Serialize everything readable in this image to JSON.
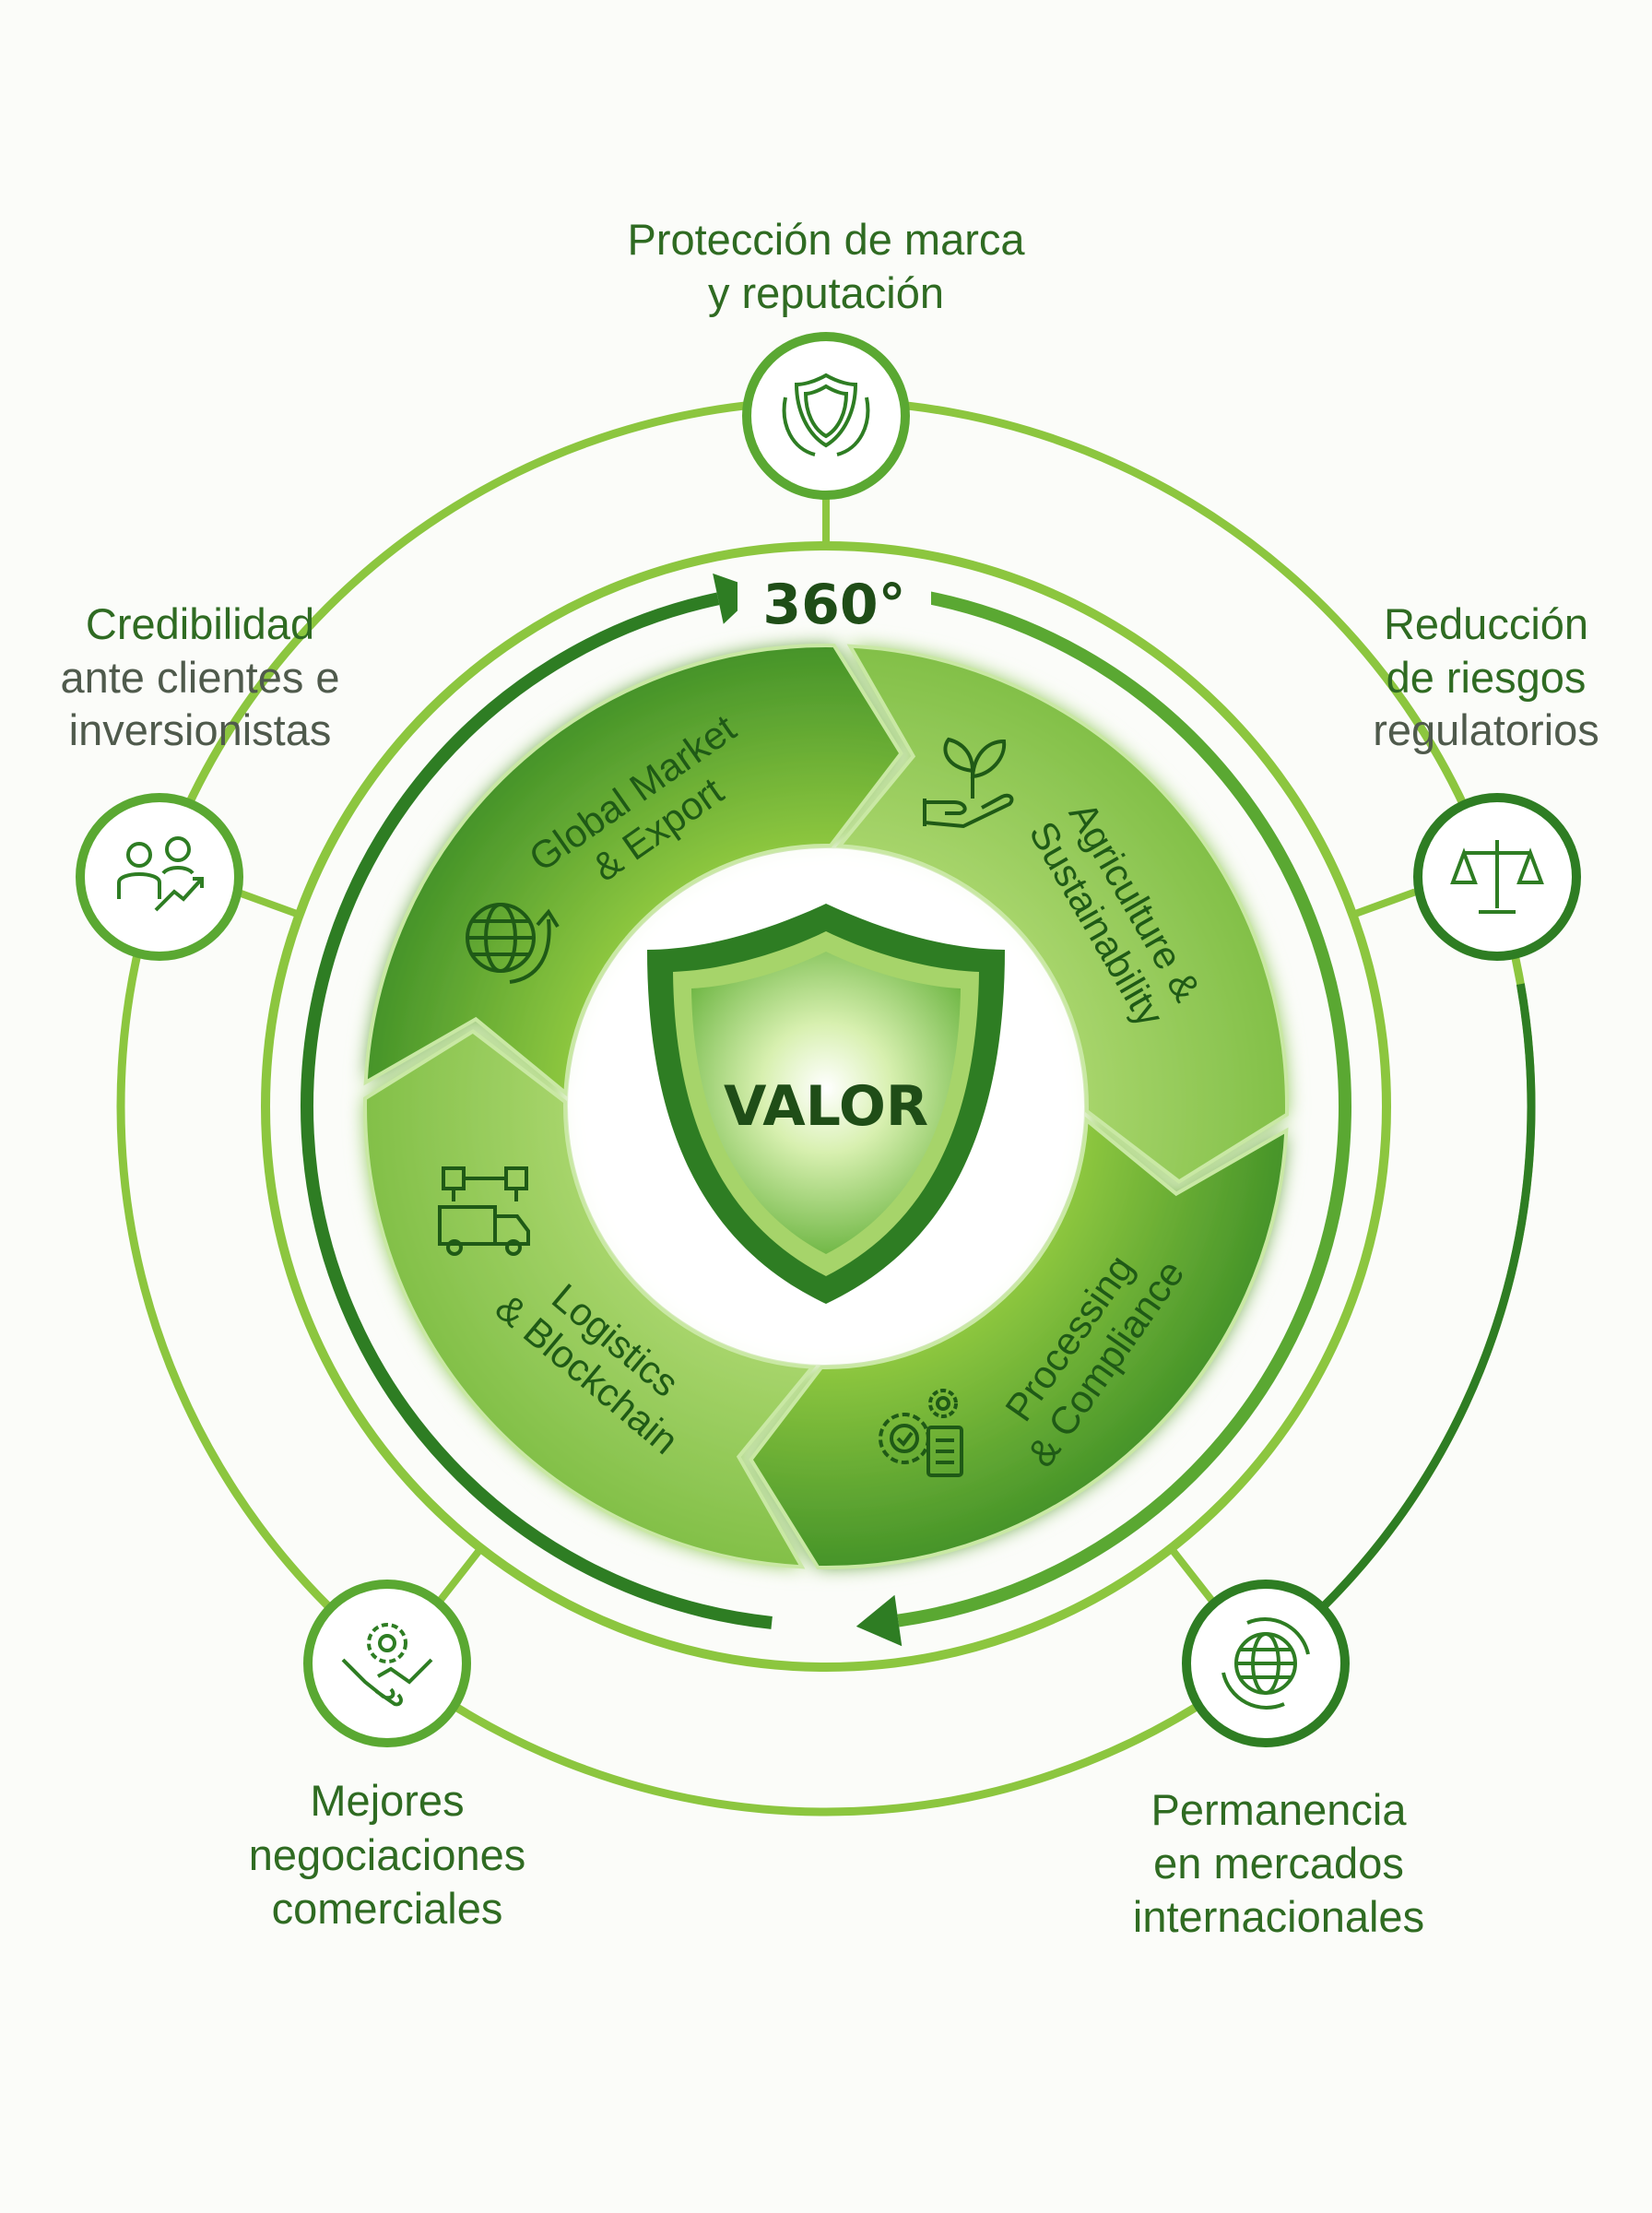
{
  "center": {
    "title": "VALOR",
    "cycle_label": "360°"
  },
  "segments": [
    {
      "line1": "Global Market",
      "line2": "& Export",
      "icon": "globe-arrow-icon"
    },
    {
      "line1": "Agriculture &",
      "line2": "Sustainability",
      "icon": "plant-hand-icon"
    },
    {
      "line1": "Processing",
      "line2": "& Compliance",
      "icon": "gears-checklist-icon"
    },
    {
      "line1": "Logistics",
      "line2": "& Blockchain",
      "icon": "truck-blocks-icon"
    }
  ],
  "benefits": [
    {
      "lines": [
        "Protección de marca",
        "y reputación"
      ],
      "icon": "shield-laurel-icon"
    },
    {
      "lines": [
        "Reducción",
        "de riesgos",
        "regulatorios"
      ],
      "icon": "scales-icon"
    },
    {
      "lines": [
        "Permanencia",
        "en mercados",
        "internacionales"
      ],
      "icon": "globe-cycle-icon"
    },
    {
      "lines": [
        "Mejores",
        "negociaciones",
        "comerciales"
      ],
      "icon": "handshake-gear-icon"
    },
    {
      "lines": [
        "Credibilidad",
        "ante clientes e",
        "inversionistas"
      ],
      "icon": "people-growth-icon"
    }
  ],
  "colors": {
    "dark": "#2e7d23",
    "mid": "#5aa832",
    "light": "#8cc63f",
    "text": "#2f6b22"
  }
}
